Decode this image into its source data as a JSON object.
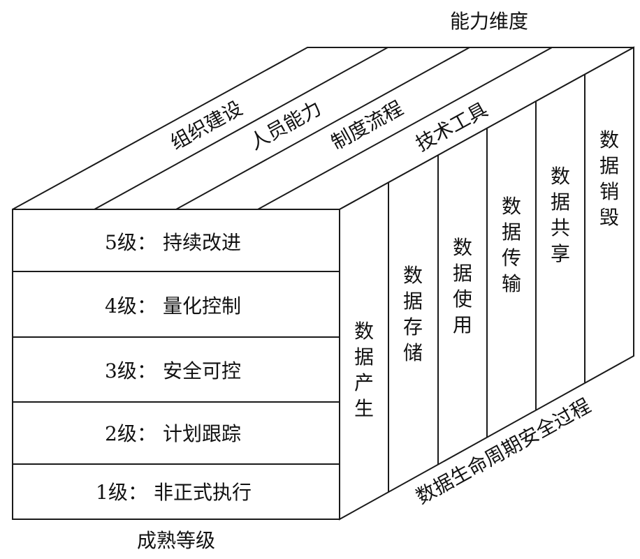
{
  "axes": {
    "capability": "能力维度",
    "maturity": "成熟等级",
    "lifecycle": "数据生命周期安全过程"
  },
  "capability_items": [
    "组织建设",
    "人员能力",
    "制度流程",
    "技术工具"
  ],
  "maturity_levels": [
    {
      "level": "5级",
      "name": "持续改进"
    },
    {
      "level": "4级",
      "name": "量化控制"
    },
    {
      "level": "3级",
      "name": "安全可控"
    },
    {
      "level": "2级",
      "name": "计划跟踪"
    },
    {
      "level": "1级",
      "name": "非正式执行"
    }
  ],
  "lifecycle_stages": [
    "数据产生",
    "数据存储",
    "数据使用",
    "数据传输",
    "数据共享",
    "数据销毁"
  ],
  "colors": {
    "line": "#1a1a1a",
    "background": "#ffffff",
    "text": "#111111"
  }
}
